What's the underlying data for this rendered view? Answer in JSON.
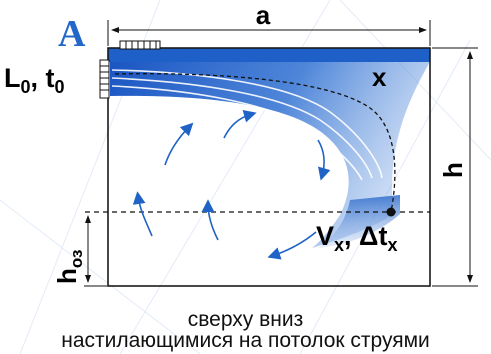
{
  "diagram": {
    "panel_letter": "A",
    "dim_a": "a",
    "dim_h": "h",
    "dim_hoz": "h",
    "dim_hoz_sub": "оз",
    "point_x": "x",
    "supply": {
      "L": "L",
      "L_sub": "0",
      "sep": ", ",
      "t": "t",
      "t_sub": "0"
    },
    "point_out": {
      "V": "V",
      "V_sub": "x",
      "sep": ", ",
      "dt": "Δt",
      "dt_sub": "x"
    }
  },
  "caption": {
    "line1": "сверху вниз",
    "line2": "настилающимися на потолок струями"
  },
  "colors": {
    "jet_blue": "#1f5fc8",
    "arrow_blue": "#1f63c6",
    "room_border": "#1a1a1a",
    "panel_letter": "#2367c9"
  }
}
